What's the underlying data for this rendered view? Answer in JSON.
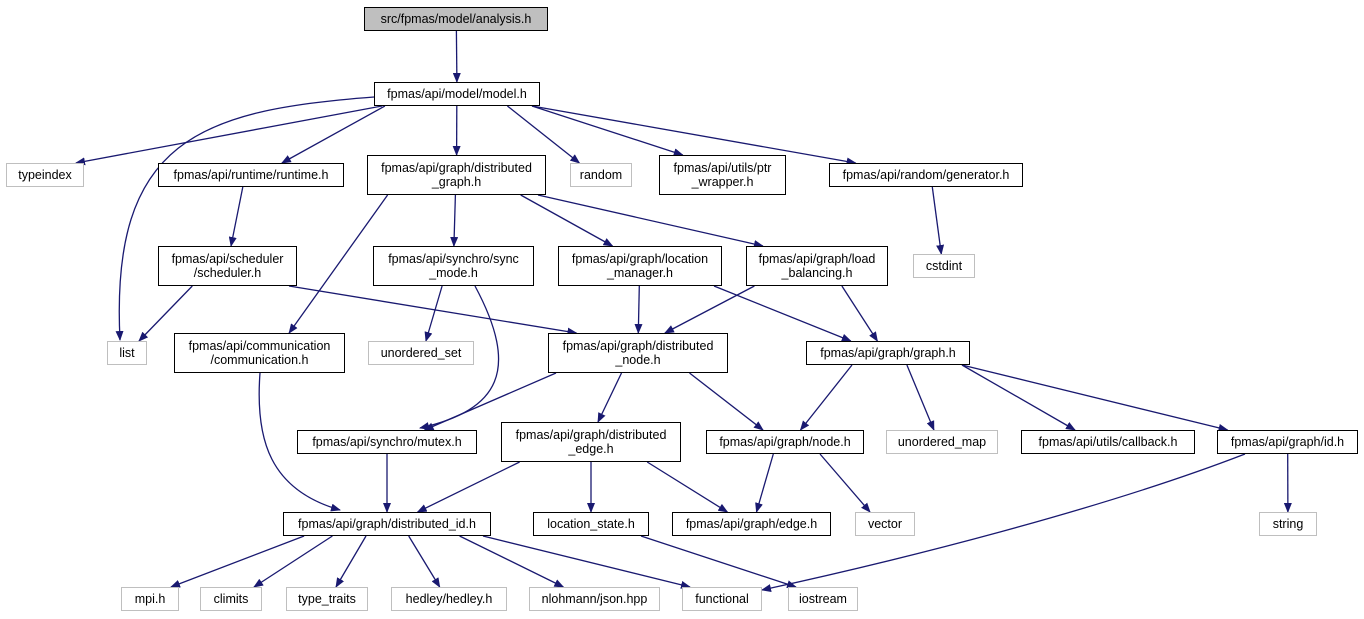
{
  "colors": {
    "edge": "#191970",
    "node_border": "#000000",
    "external_border": "#bfbfbf",
    "root_fill": "#bfbfbf"
  },
  "nodes": [
    {
      "id": "analysis",
      "label": "src/fpmas/model/analysis.h",
      "kind": "root"
    },
    {
      "id": "model",
      "label": "fpmas/api/model/model.h",
      "kind": "file"
    },
    {
      "id": "typeindex",
      "label": "typeindex",
      "kind": "ext"
    },
    {
      "id": "runtime",
      "label": "fpmas/api/runtime/runtime.h",
      "kind": "file"
    },
    {
      "id": "dgraph",
      "label": "fpmas/api/graph/distributed\n_graph.h",
      "kind": "file"
    },
    {
      "id": "random",
      "label": "random",
      "kind": "ext"
    },
    {
      "id": "ptrwrapper",
      "label": "fpmas/api/utils/ptr\n_wrapper.h",
      "kind": "file"
    },
    {
      "id": "generator",
      "label": "fpmas/api/random/generator.h",
      "kind": "file"
    },
    {
      "id": "scheduler",
      "label": "fpmas/api/scheduler\n/scheduler.h",
      "kind": "file"
    },
    {
      "id": "syncmode",
      "label": "fpmas/api/synchro/sync\n_mode.h",
      "kind": "file"
    },
    {
      "id": "locmgr",
      "label": "fpmas/api/graph/location\n_manager.h",
      "kind": "file"
    },
    {
      "id": "loadbal",
      "label": "fpmas/api/graph/load\n_balancing.h",
      "kind": "file"
    },
    {
      "id": "cstdint",
      "label": "cstdint",
      "kind": "ext"
    },
    {
      "id": "list",
      "label": "list",
      "kind": "ext"
    },
    {
      "id": "comm",
      "label": "fpmas/api/communication\n/communication.h",
      "kind": "file"
    },
    {
      "id": "unordered_set",
      "label": "unordered_set",
      "kind": "ext"
    },
    {
      "id": "dnode",
      "label": "fpmas/api/graph/distributed\n_node.h",
      "kind": "file"
    },
    {
      "id": "graph",
      "label": "fpmas/api/graph/graph.h",
      "kind": "file"
    },
    {
      "id": "mutex",
      "label": "fpmas/api/synchro/mutex.h",
      "kind": "file"
    },
    {
      "id": "dedge",
      "label": "fpmas/api/graph/distributed\n_edge.h",
      "kind": "file"
    },
    {
      "id": "node",
      "label": "fpmas/api/graph/node.h",
      "kind": "file"
    },
    {
      "id": "unordered_map",
      "label": "unordered_map",
      "kind": "ext"
    },
    {
      "id": "callback",
      "label": "fpmas/api/utils/callback.h",
      "kind": "file"
    },
    {
      "id": "gid",
      "label": "fpmas/api/graph/id.h",
      "kind": "file"
    },
    {
      "id": "did",
      "label": "fpmas/api/graph/distributed_id.h",
      "kind": "file"
    },
    {
      "id": "locstate",
      "label": "location_state.h",
      "kind": "file"
    },
    {
      "id": "edge",
      "label": "fpmas/api/graph/edge.h",
      "kind": "file"
    },
    {
      "id": "vector",
      "label": "vector",
      "kind": "ext"
    },
    {
      "id": "string",
      "label": "string",
      "kind": "ext"
    },
    {
      "id": "mpi",
      "label": "mpi.h",
      "kind": "ext"
    },
    {
      "id": "climits",
      "label": "climits",
      "kind": "ext"
    },
    {
      "id": "type_traits",
      "label": "type_traits",
      "kind": "ext"
    },
    {
      "id": "hedley",
      "label": "hedley/hedley.h",
      "kind": "ext"
    },
    {
      "id": "json",
      "label": "nlohmann/json.hpp",
      "kind": "ext"
    },
    {
      "id": "functional",
      "label": "functional",
      "kind": "ext"
    },
    {
      "id": "iostream",
      "label": "iostream",
      "kind": "ext"
    }
  ],
  "edges": [
    [
      "analysis",
      "model"
    ],
    [
      "model",
      "typeindex"
    ],
    [
      "model",
      "runtime"
    ],
    [
      "model",
      "dgraph"
    ],
    [
      "model",
      "random"
    ],
    [
      "model",
      "ptrwrapper"
    ],
    [
      "model",
      "generator"
    ],
    [
      "model",
      "list"
    ],
    [
      "runtime",
      "scheduler"
    ],
    [
      "scheduler",
      "list"
    ],
    [
      "scheduler",
      "dnode"
    ],
    [
      "generator",
      "cstdint"
    ],
    [
      "dgraph",
      "comm"
    ],
    [
      "dgraph",
      "syncmode"
    ],
    [
      "dgraph",
      "locmgr"
    ],
    [
      "dgraph",
      "loadbal"
    ],
    [
      "syncmode",
      "unordered_set"
    ],
    [
      "syncmode",
      "mutex"
    ],
    [
      "locmgr",
      "dnode"
    ],
    [
      "locmgr",
      "graph"
    ],
    [
      "loadbal",
      "dnode"
    ],
    [
      "loadbal",
      "graph"
    ],
    [
      "comm",
      "did"
    ],
    [
      "dnode",
      "mutex"
    ],
    [
      "dnode",
      "dedge"
    ],
    [
      "dnode",
      "node"
    ],
    [
      "graph",
      "node"
    ],
    [
      "graph",
      "unordered_map"
    ],
    [
      "graph",
      "callback"
    ],
    [
      "graph",
      "gid"
    ],
    [
      "mutex",
      "did"
    ],
    [
      "dedge",
      "did"
    ],
    [
      "dedge",
      "locstate"
    ],
    [
      "dedge",
      "edge"
    ],
    [
      "node",
      "edge"
    ],
    [
      "node",
      "vector"
    ],
    [
      "gid",
      "string"
    ],
    [
      "gid",
      "functional"
    ],
    [
      "did",
      "mpi"
    ],
    [
      "did",
      "climits"
    ],
    [
      "did",
      "type_traits"
    ],
    [
      "did",
      "hedley"
    ],
    [
      "did",
      "json"
    ],
    [
      "did",
      "functional"
    ],
    [
      "locstate",
      "iostream"
    ]
  ]
}
